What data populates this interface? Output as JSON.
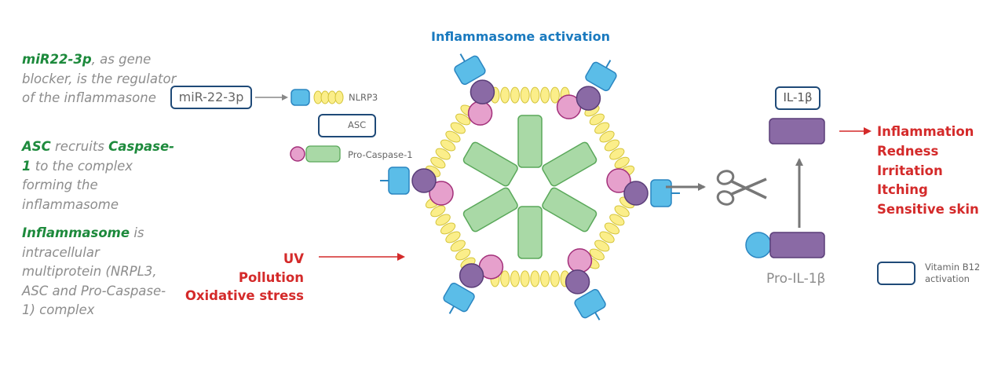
{
  "title": "Inflammasome activation",
  "side_notes": [
    {
      "highlight": "miR22-3p",
      "text": ", as gene blocker, is the regulator of the inflammasone"
    },
    {
      "highlight": "ASC",
      "text": " recruits ",
      "highlight2": "Caspase-1",
      "text2": " to the complex forming the inflammasome"
    },
    {
      "highlight": "Inflammasome",
      "text": " is intracellular multiprotein (NRPL3, ASC and Pro-Caspase-1) complex"
    }
  ],
  "legend": {
    "mir_label": "miR-22-3p",
    "nlrp3_label": "NLRP3",
    "asc_label": "ASC",
    "procasp_label": "Pro-Caspase-1"
  },
  "causes": [
    "UV",
    "Pollution",
    "Oxidative stress"
  ],
  "il1b_label": "IL-1β",
  "pro_il1b_label": "Pro-IL-1β",
  "effects": [
    "Inflammation",
    "Redness",
    "Irritation",
    "Itching",
    "Sensitive skin"
  ],
  "vitamin_label": "Vitamin B12 activation",
  "colors": {
    "blue": "#5bbde8",
    "yellow": "#fbee8a",
    "purple": "#8a6aa5",
    "pink": "#e6a0cc",
    "green": "#a9d9a6",
    "red": "#d42a2a",
    "navy": "#1f4a78",
    "title_blue": "#1a7abf",
    "highlight_green": "#1d8a3c"
  }
}
